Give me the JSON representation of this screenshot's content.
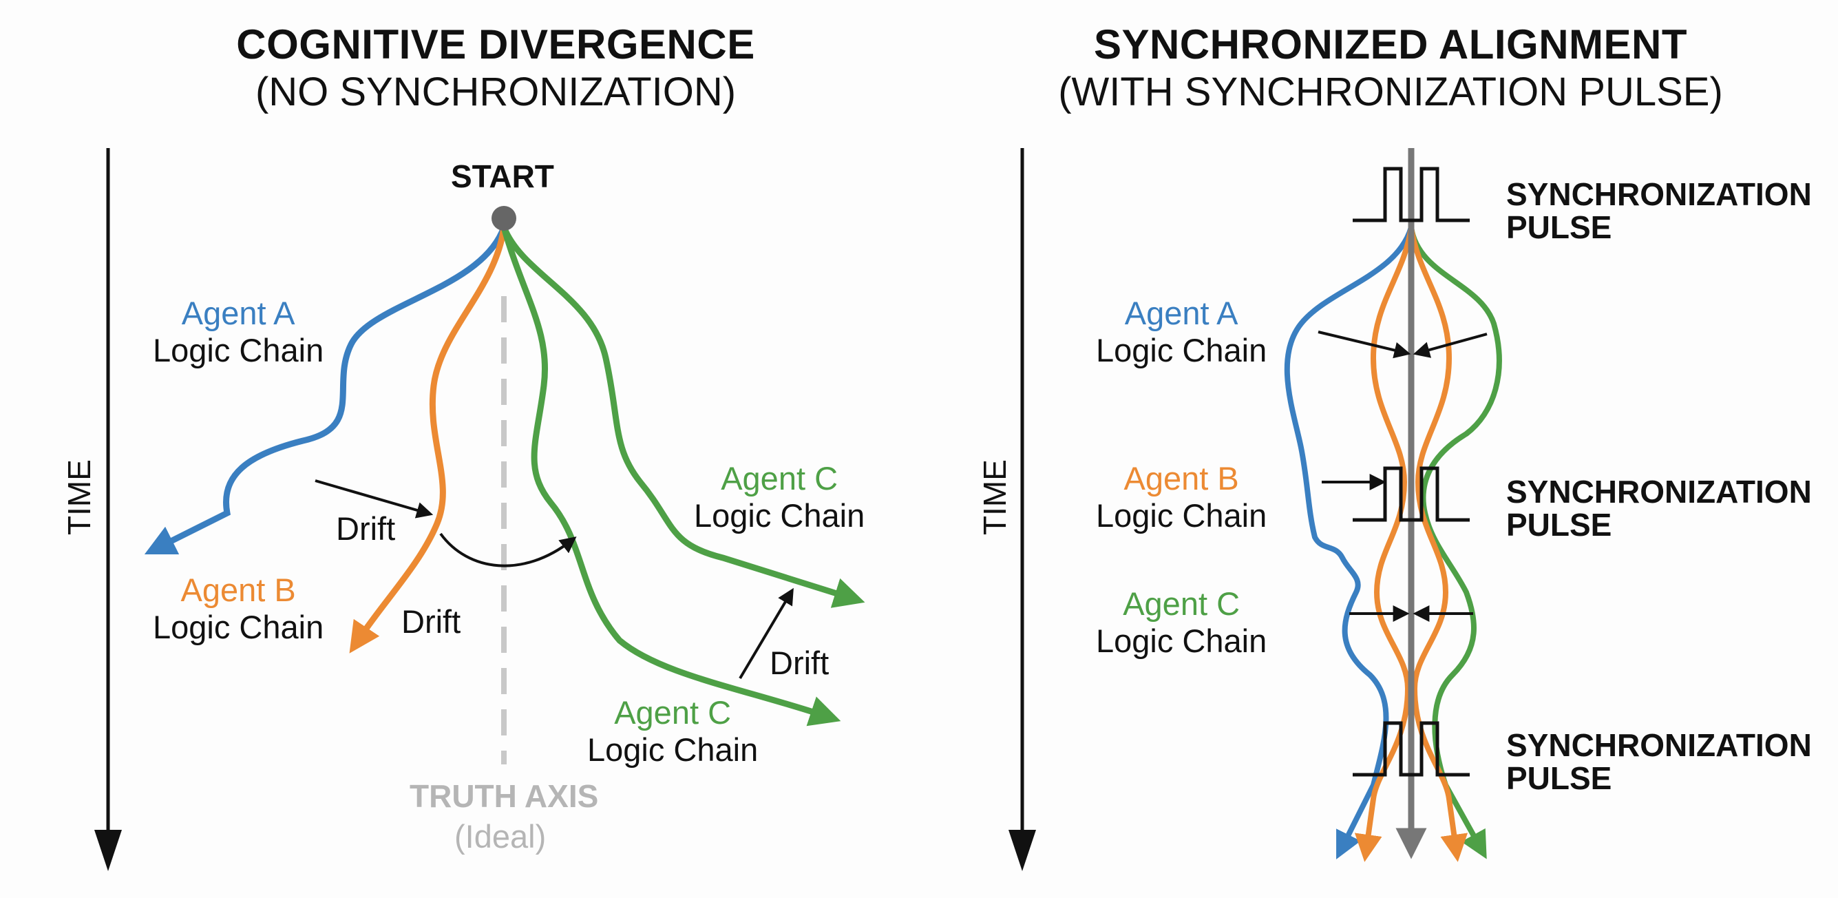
{
  "colors": {
    "agent_a": "#3a7fc1",
    "agent_b": "#ec8a33",
    "agent_c": "#4ea046",
    "truth": "#c8c8c8",
    "center_line": "#777777",
    "ink": "#111111"
  },
  "left_panel": {
    "title": "COGNITIVE DIVERGENCE",
    "subtitle": "(NO SYNCHRONIZATION)",
    "time_label": "TIME",
    "start_label": "START",
    "agent_a": {
      "name": "Agent A",
      "chain": "Logic Chain"
    },
    "agent_b": {
      "name": "Agent B",
      "chain": "Logic Chain"
    },
    "agent_c_upper": {
      "name": "Agent C",
      "chain": "Logic Chain"
    },
    "agent_c_lower": {
      "name": "Agent C",
      "chain": "Logic Chain"
    },
    "drift_labels": [
      "Drift",
      "Drift",
      "Drift"
    ],
    "truth_axis": {
      "label": "TRUTH AXIS",
      "sub": "(Ideal)"
    }
  },
  "right_panel": {
    "title": "SYNCHRONIZED ALIGNMENT",
    "subtitle": "(WITH SYNCHRONIZATION PULSE)",
    "time_label": "TIME",
    "agent_a": {
      "name": "Agent A",
      "chain": "Logic Chain"
    },
    "agent_b": {
      "name": "Agent B",
      "chain": "Logic Chain"
    },
    "agent_c": {
      "name": "Agent C",
      "chain": "Logic Chain"
    },
    "pulses": [
      {
        "line1": "SYNCHRONIZATION",
        "line2": "PULSE"
      },
      {
        "line1": "SYNCHRONIZATION",
        "line2": "PULSE"
      },
      {
        "line1": "SYNCHRONIZATION",
        "line2": "PULSE"
      }
    ]
  }
}
